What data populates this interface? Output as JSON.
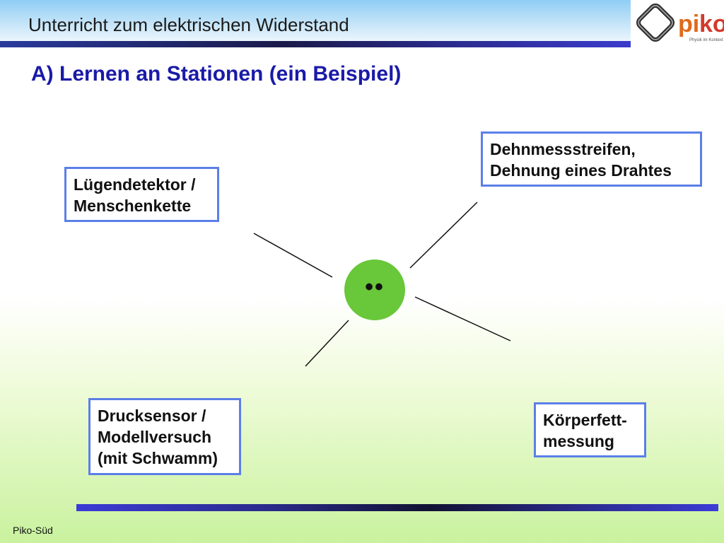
{
  "header": {
    "title": "Unterricht zum elektrischen Widerstand",
    "logo": {
      "text_pi": "pi",
      "text_ko": "ko",
      "tagline": "Physik im Kontext"
    }
  },
  "page": {
    "title": "A) Lernen an Stationen (ein Beispiel)"
  },
  "diagram": {
    "center": {
      "label": "••",
      "color": "#69c73a"
    },
    "stations": [
      {
        "lines": [
          "Lügendetektor /",
          "Menschenkette"
        ]
      },
      {
        "lines": [
          "Dehnmessstreifen,",
          "Dehnung eines Drahtes"
        ]
      },
      {
        "lines": [
          "Drucksensor /",
          "Modellversuch",
          "(mit Schwamm)"
        ]
      },
      {
        "lines": [
          "Körperfett-",
          "messung"
        ]
      }
    ],
    "colors": {
      "box_border": "#5b7fe8",
      "title": "#1a1aa8"
    }
  },
  "footer": {
    "text": "Piko-Süd"
  }
}
